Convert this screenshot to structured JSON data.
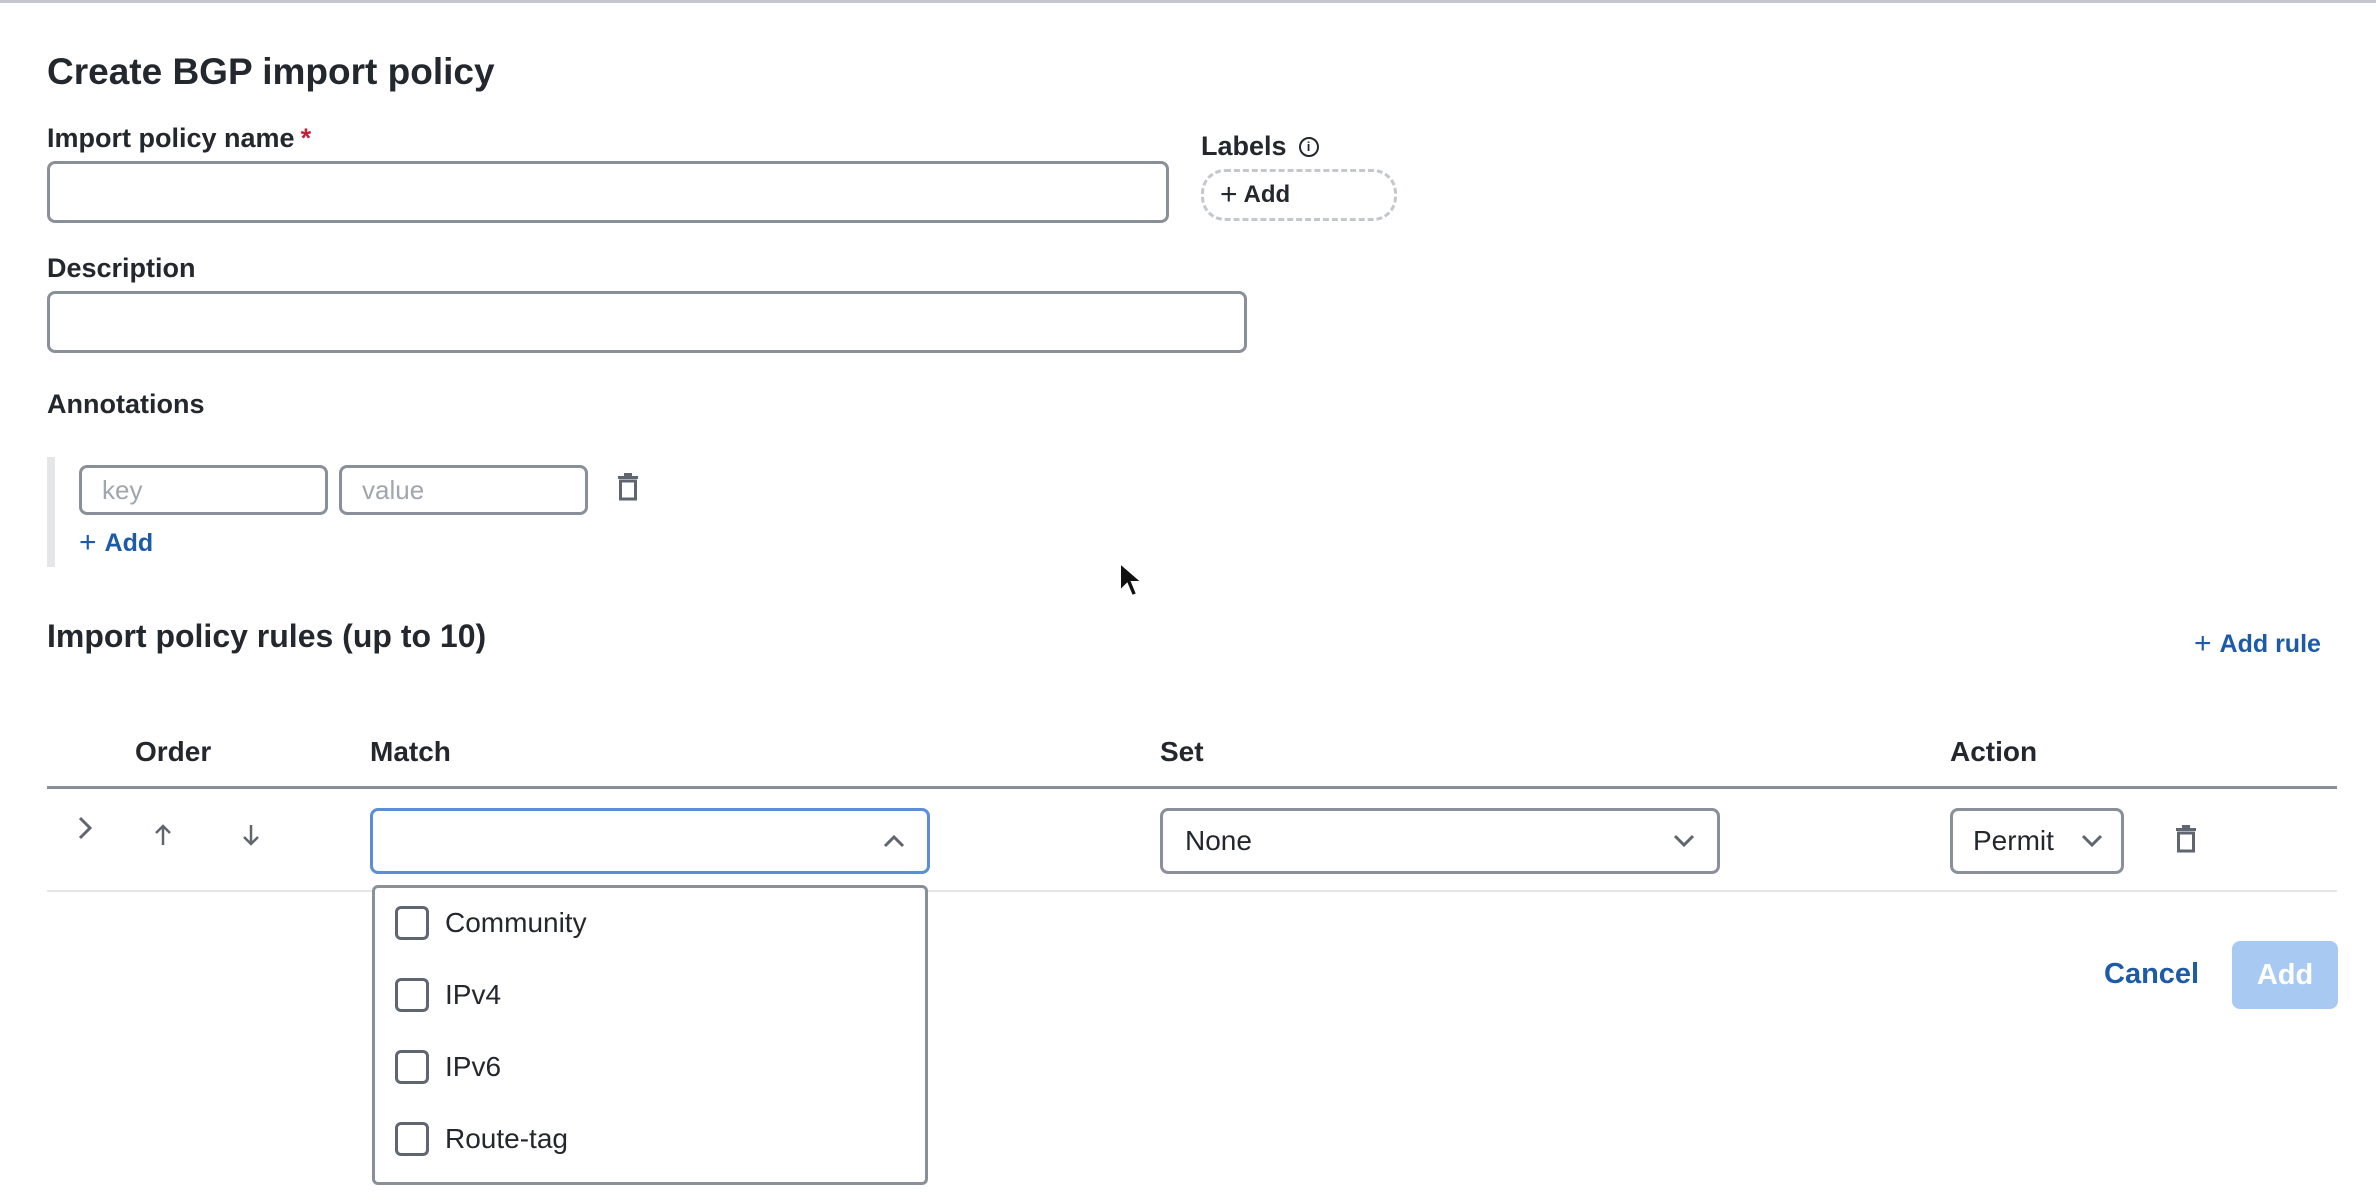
{
  "dialog": {
    "title": "Create BGP import policy"
  },
  "form": {
    "name_label": "Import policy name",
    "required_marker": "*",
    "name_value": "",
    "labels_label": "Labels",
    "labels_add": "Add",
    "description_label": "Description",
    "description_value": "",
    "annotations_label": "Annotations",
    "annotation_key_placeholder": "key",
    "annotation_value_placeholder": "value",
    "annotations_add": "Add"
  },
  "rules": {
    "section_title": "Import policy rules (up to 10)",
    "add_rule": "Add rule",
    "columns": [
      "Order",
      "Match",
      "Set",
      "Action"
    ],
    "row": {
      "match_value": "",
      "set_value": "None",
      "action_value": "Permit"
    },
    "match_options": [
      "Community",
      "IPv4",
      "IPv6",
      "Route-tag"
    ]
  },
  "footer": {
    "cancel": "Cancel",
    "add": "Add"
  },
  "colors": {
    "accent": "#1d5ba8",
    "disabled_button": "#a8c9f2",
    "required": "#c41e3a"
  },
  "icons": [
    "info-icon",
    "plus-icon",
    "trash-icon",
    "chevron-right-icon",
    "arrow-up-icon",
    "arrow-down-icon",
    "chevron-up-icon",
    "chevron-down-icon"
  ]
}
